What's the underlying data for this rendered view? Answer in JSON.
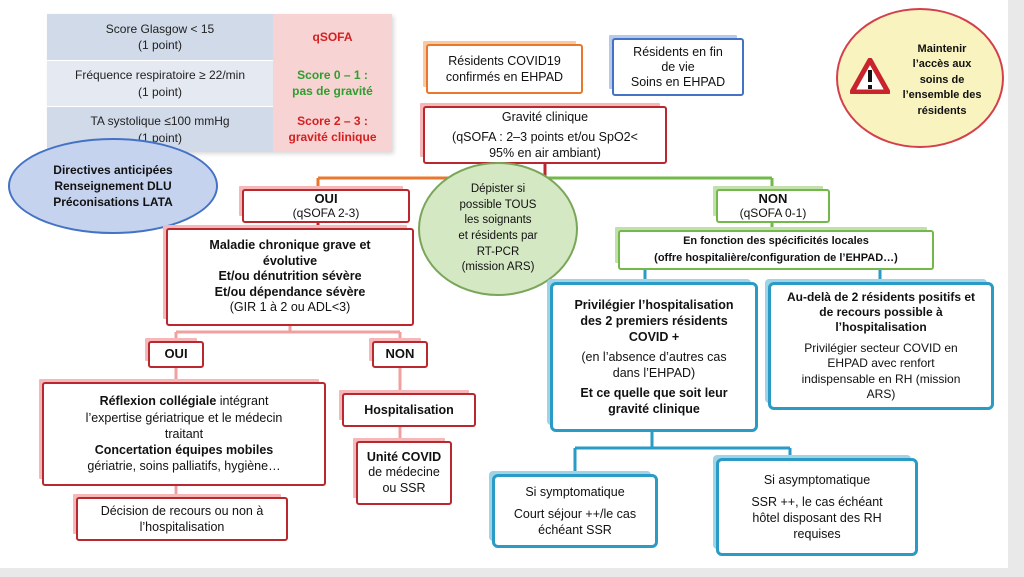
{
  "qsofa_table": {
    "rows": [
      {
        "line1": "Score Glasgow < 15",
        "line2": "(1 point)"
      },
      {
        "line1": "Fréquence respiratoire ≥ 22/min",
        "line2": "(1 point)"
      },
      {
        "line1": "TA systolique ≤100 mmHg",
        "line2": "(1 point)"
      }
    ],
    "title": "qSOFA",
    "score_low_line1": "Score 0 – 1 :",
    "score_low_line2": "pas de gravité",
    "score_high_line1": "Score 2 – 3 :",
    "score_high_line2": "gravité clinique"
  },
  "directives": {
    "line1": "Directives anticipées",
    "line2": "Renseignement DLU",
    "line3": "Préconisations LATA"
  },
  "residents_covid": {
    "line1": "Résidents COVID19",
    "line2": "confirmés en EHPAD"
  },
  "residents_fin_vie": {
    "line1": "Résidents en fin",
    "line2": "de vie",
    "line3": "Soins en EHPAD"
  },
  "alert": {
    "line1": "Maintenir",
    "line2": "l’accès aux",
    "line3": "soins de",
    "line4": "l’ensemble des",
    "line5": "résidents"
  },
  "gravite": {
    "title": "Gravité clinique",
    "line1": "(qSOFA : 2–3 points et/ou SpO2<",
    "line2": "95% en air ambiant)"
  },
  "depister": {
    "line1": "Dépister si",
    "line2": "possible TOUS",
    "line3": "les soignants",
    "line4": "et résidents par",
    "line5": "RT-PCR",
    "line6": "(mission ARS)"
  },
  "oui_main": {
    "title": "OUI",
    "sub": "(qSOFA 2-3)"
  },
  "non_main": {
    "title": "NON",
    "sub": "(qSOFA 0-1)"
  },
  "maladie": {
    "line1": "Maladie chronique grave et",
    "line2": "évolutive",
    "line3": "Et/ou dénutrition sévère",
    "line4": "Et/ou dépendance sévère",
    "line5": "(GIR 1 à 2 ou ADL<3)"
  },
  "specificites": {
    "line1": "En fonction des spécificités locales",
    "line2": "(offre hospitalière/configuration de l’EHPAD…)"
  },
  "oui_sub": {
    "label": "OUI"
  },
  "non_sub": {
    "label": "NON"
  },
  "reflexion": {
    "bold1": "Réflexion collégiale",
    "text1": " intégrant",
    "line2": "l’expertise gériatrique et le médecin",
    "line3": "traitant",
    "bold4": "Concertation équipes mobiles",
    "line5": "gériatrie, soins palliatifs, hygiène…"
  },
  "decision": {
    "line1": "Décision de recours ou non à",
    "line2": "l’hospitalisation"
  },
  "hospitalisation": {
    "label": "Hospitalisation"
  },
  "unite_covid": {
    "bold": "Unité COVID",
    "line2": "de médecine",
    "line3": "ou SSR"
  },
  "privilegier": {
    "line1": "Privilégier l’hospitalisation",
    "line2": "des 2 premiers résidents",
    "line3": "COVID +",
    "line4": "(en l’absence d’autres cas",
    "line5": "dans l’EHPAD)",
    "line6": "Et ce quelle que soit leur",
    "line7": "gravité clinique"
  },
  "au_dela": {
    "line1": "Au-delà de 2 résidents positifs et",
    "line2": "de recours possible à",
    "line3": "l’hospitalisation",
    "line4": "Privilégier secteur COVID en",
    "line5": "EHPAD avec renfort",
    "line6": "indispensable en RH (mission",
    "line7": "ARS)"
  },
  "symptomatique": {
    "line1": "Si symptomatique",
    "line2": "Court séjour ++/le cas",
    "line3": "échéant SSR"
  },
  "asymptomatique": {
    "line1": "Si asymptomatique",
    "line2": "SSR ++, le cas échéant",
    "line3": "hôtel disposant des RH",
    "line4": "requises"
  },
  "colors": {
    "red": "#b8282e",
    "orange": "#e9772c",
    "blue": "#4472c4",
    "green": "#73b84a",
    "teal": "#2a9bc4",
    "qsofa_green": "#2e9e2e",
    "qsofa_red": "#d42020"
  },
  "icons": {
    "alert": "warning-triangle-icon"
  }
}
